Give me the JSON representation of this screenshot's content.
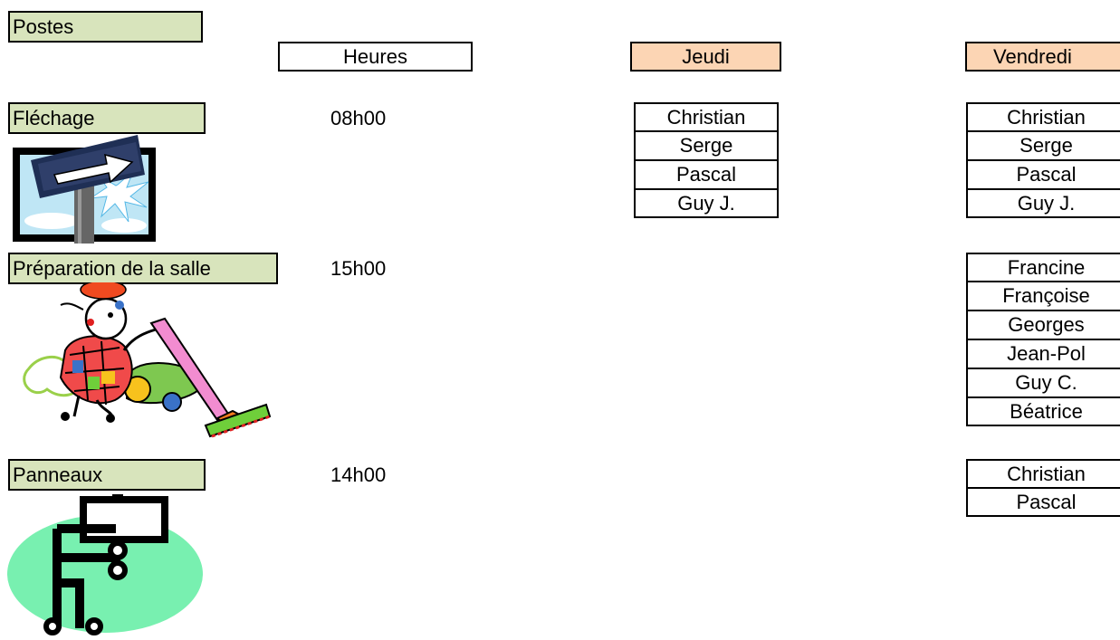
{
  "header": {
    "postes": "Postes",
    "heures": "Heures",
    "jeudi": "Jeudi",
    "vendredi": "Vendredi"
  },
  "colors": {
    "poste_bg": "#d8e4bc",
    "day_bg": "#fcd5b4"
  },
  "rows": [
    {
      "poste": "Fléchage",
      "heure": "08h00",
      "icon": "signpost-arrow-icon",
      "jeudi": [
        "Christian",
        "Serge",
        "Pascal",
        "Guy J."
      ],
      "vendredi": [
        "Christian",
        "Serge",
        "Pascal",
        "Guy J."
      ]
    },
    {
      "poste": "Préparation de la salle",
      "heure": "15h00",
      "icon": "vacuum-cleaner-person-icon",
      "jeudi": [],
      "vendredi": [
        "Francine",
        "Françoise",
        "Georges",
        "Jean-Pol",
        "Guy C.",
        "Béatrice"
      ]
    },
    {
      "poste": "Panneaux",
      "heure": "14h00",
      "icon": "sign-board-icon",
      "jeudi": [],
      "vendredi": [
        "Christian",
        "Pascal"
      ]
    }
  ]
}
